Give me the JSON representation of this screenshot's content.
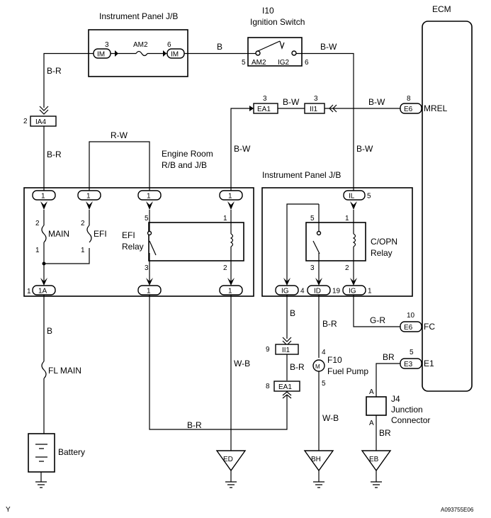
{
  "labels": {
    "panel_top": "Instrument Panel J/B",
    "ign_id": "I10",
    "ign_name": "Ignition Switch",
    "ecm": "ECM",
    "eng_room_1": "Engine Room",
    "eng_room_2": "R/B and J/B",
    "panel_right": "Instrument Panel J/B",
    "main": "MAIN",
    "efi": "EFI",
    "efi_relay_1": "EFI",
    "efi_relay_2": "Relay",
    "copn_1": "C/OPN",
    "copn_2": "Relay",
    "fl_main": "FL MAIN",
    "battery": "Battery",
    "fuel_pump_id": "F10",
    "fuel_pump": "Fuel Pump",
    "junction_id": "J4",
    "junction_1": "Junction",
    "junction_2": "Connector",
    "mrel": "MREL",
    "fc": "FC",
    "e1": "E1",
    "corner": "Y",
    "code": "A093755E06"
  },
  "connectors": {
    "im_left": "IM",
    "im_right": "IM",
    "am2": "AM2",
    "ig2": "IG2",
    "am2_fuse": "AM2",
    "ia4": "IA4",
    "ea1_top": "EA1",
    "ii1_top": "II1",
    "e6_top": "E6",
    "p1a": "1",
    "p1b": "1",
    "p1c": "1",
    "p1d": "1",
    "p1a_bot": "1A",
    "p1c_bot": "1",
    "p1d_bot": "1",
    "il": "IL",
    "ig_l": "IG",
    "id": "ID",
    "ig_r": "IG",
    "e6_fc": "E6",
    "e3": "E3",
    "ii1_bot": "II1",
    "ea1_bot": "EA1",
    "gnd_ed": "ED",
    "gnd_bh": "BH",
    "gnd_eb": "EB",
    "a_top": "A",
    "a_bot": "A"
  },
  "pins": {
    "im_left": "3",
    "im_right": "6",
    "ign_left": "5",
    "ign_right": "6",
    "ia4": "2",
    "ea1_top": "3",
    "ii1_top": "3",
    "e6_top": "8",
    "il": "5",
    "main_top": "2",
    "main_bot": "1",
    "efi_top": "2",
    "efi_bot": "1",
    "relay_5": "5",
    "relay_3": "3",
    "relay_2": "2",
    "relay_1": "1",
    "copn_5": "5",
    "copn_1": "1",
    "copn_3": "3",
    "copn_2": "2",
    "p1a": "1",
    "ig_l": "4",
    "id": "19",
    "ig_r": "1",
    "e6_fc": "10",
    "e3": "5",
    "ii1_bot": "9",
    "ea1_bot": "8",
    "fp_top": "4",
    "fp_bot": "5"
  },
  "wires": {
    "b_top": "B",
    "bw_top": "B-W",
    "br_left": "B-R",
    "br_left2": "B-R",
    "rw": "R-W",
    "bw_mid": "B-W",
    "bw_mid2": "B-W",
    "bw_vert": "B-W",
    "bw_right": "B-W",
    "b_fl": "B",
    "b_ig": "B",
    "br_id": "B-R",
    "gr": "G-R",
    "br_e3": "BR",
    "wb_ed": "W-B",
    "br_ea1": "B-R",
    "br_bottom": "B-R",
    "wb_bh": "W-B",
    "br_eb": "BR"
  },
  "icons": [
    "fuse-icon",
    "relay-coil-icon",
    "switch-contact-icon",
    "ground-icon",
    "battery-icon",
    "motor-icon"
  ]
}
